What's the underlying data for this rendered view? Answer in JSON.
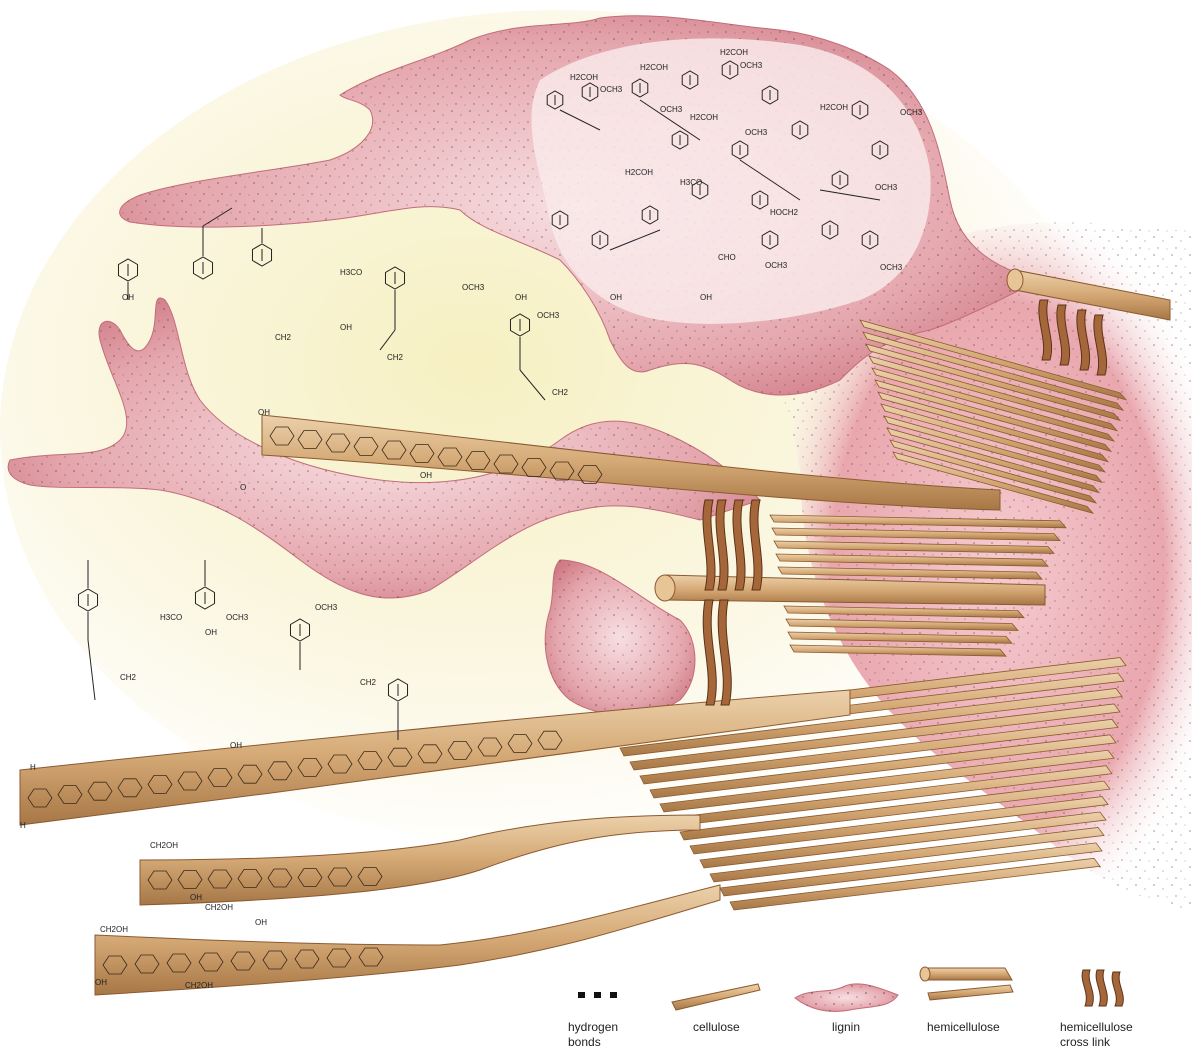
{
  "legend": {
    "hydrogen_bonds": "hydrogen\nbonds",
    "cellulose": "cellulose",
    "lignin": "lignin",
    "hemicellulose": "hemicellulose",
    "cross_link": "hemicellulose\ncross link"
  },
  "colors": {
    "lignin": "#d98a92",
    "lignin_dark": "#b9606c",
    "background_glow": "#f3ecb6",
    "fiber": "#d3a876",
    "fiber_dark": "#8c5a30",
    "crosslink": "#a5673a"
  },
  "chem_labels": {
    "a": "H2COH",
    "b": "OCH3",
    "c": "OH",
    "d": "H3CO",
    "e": "CH2OH",
    "f": "HOCH2",
    "g": "CH2",
    "h": "H",
    "i": "O",
    "j": "CHO"
  }
}
